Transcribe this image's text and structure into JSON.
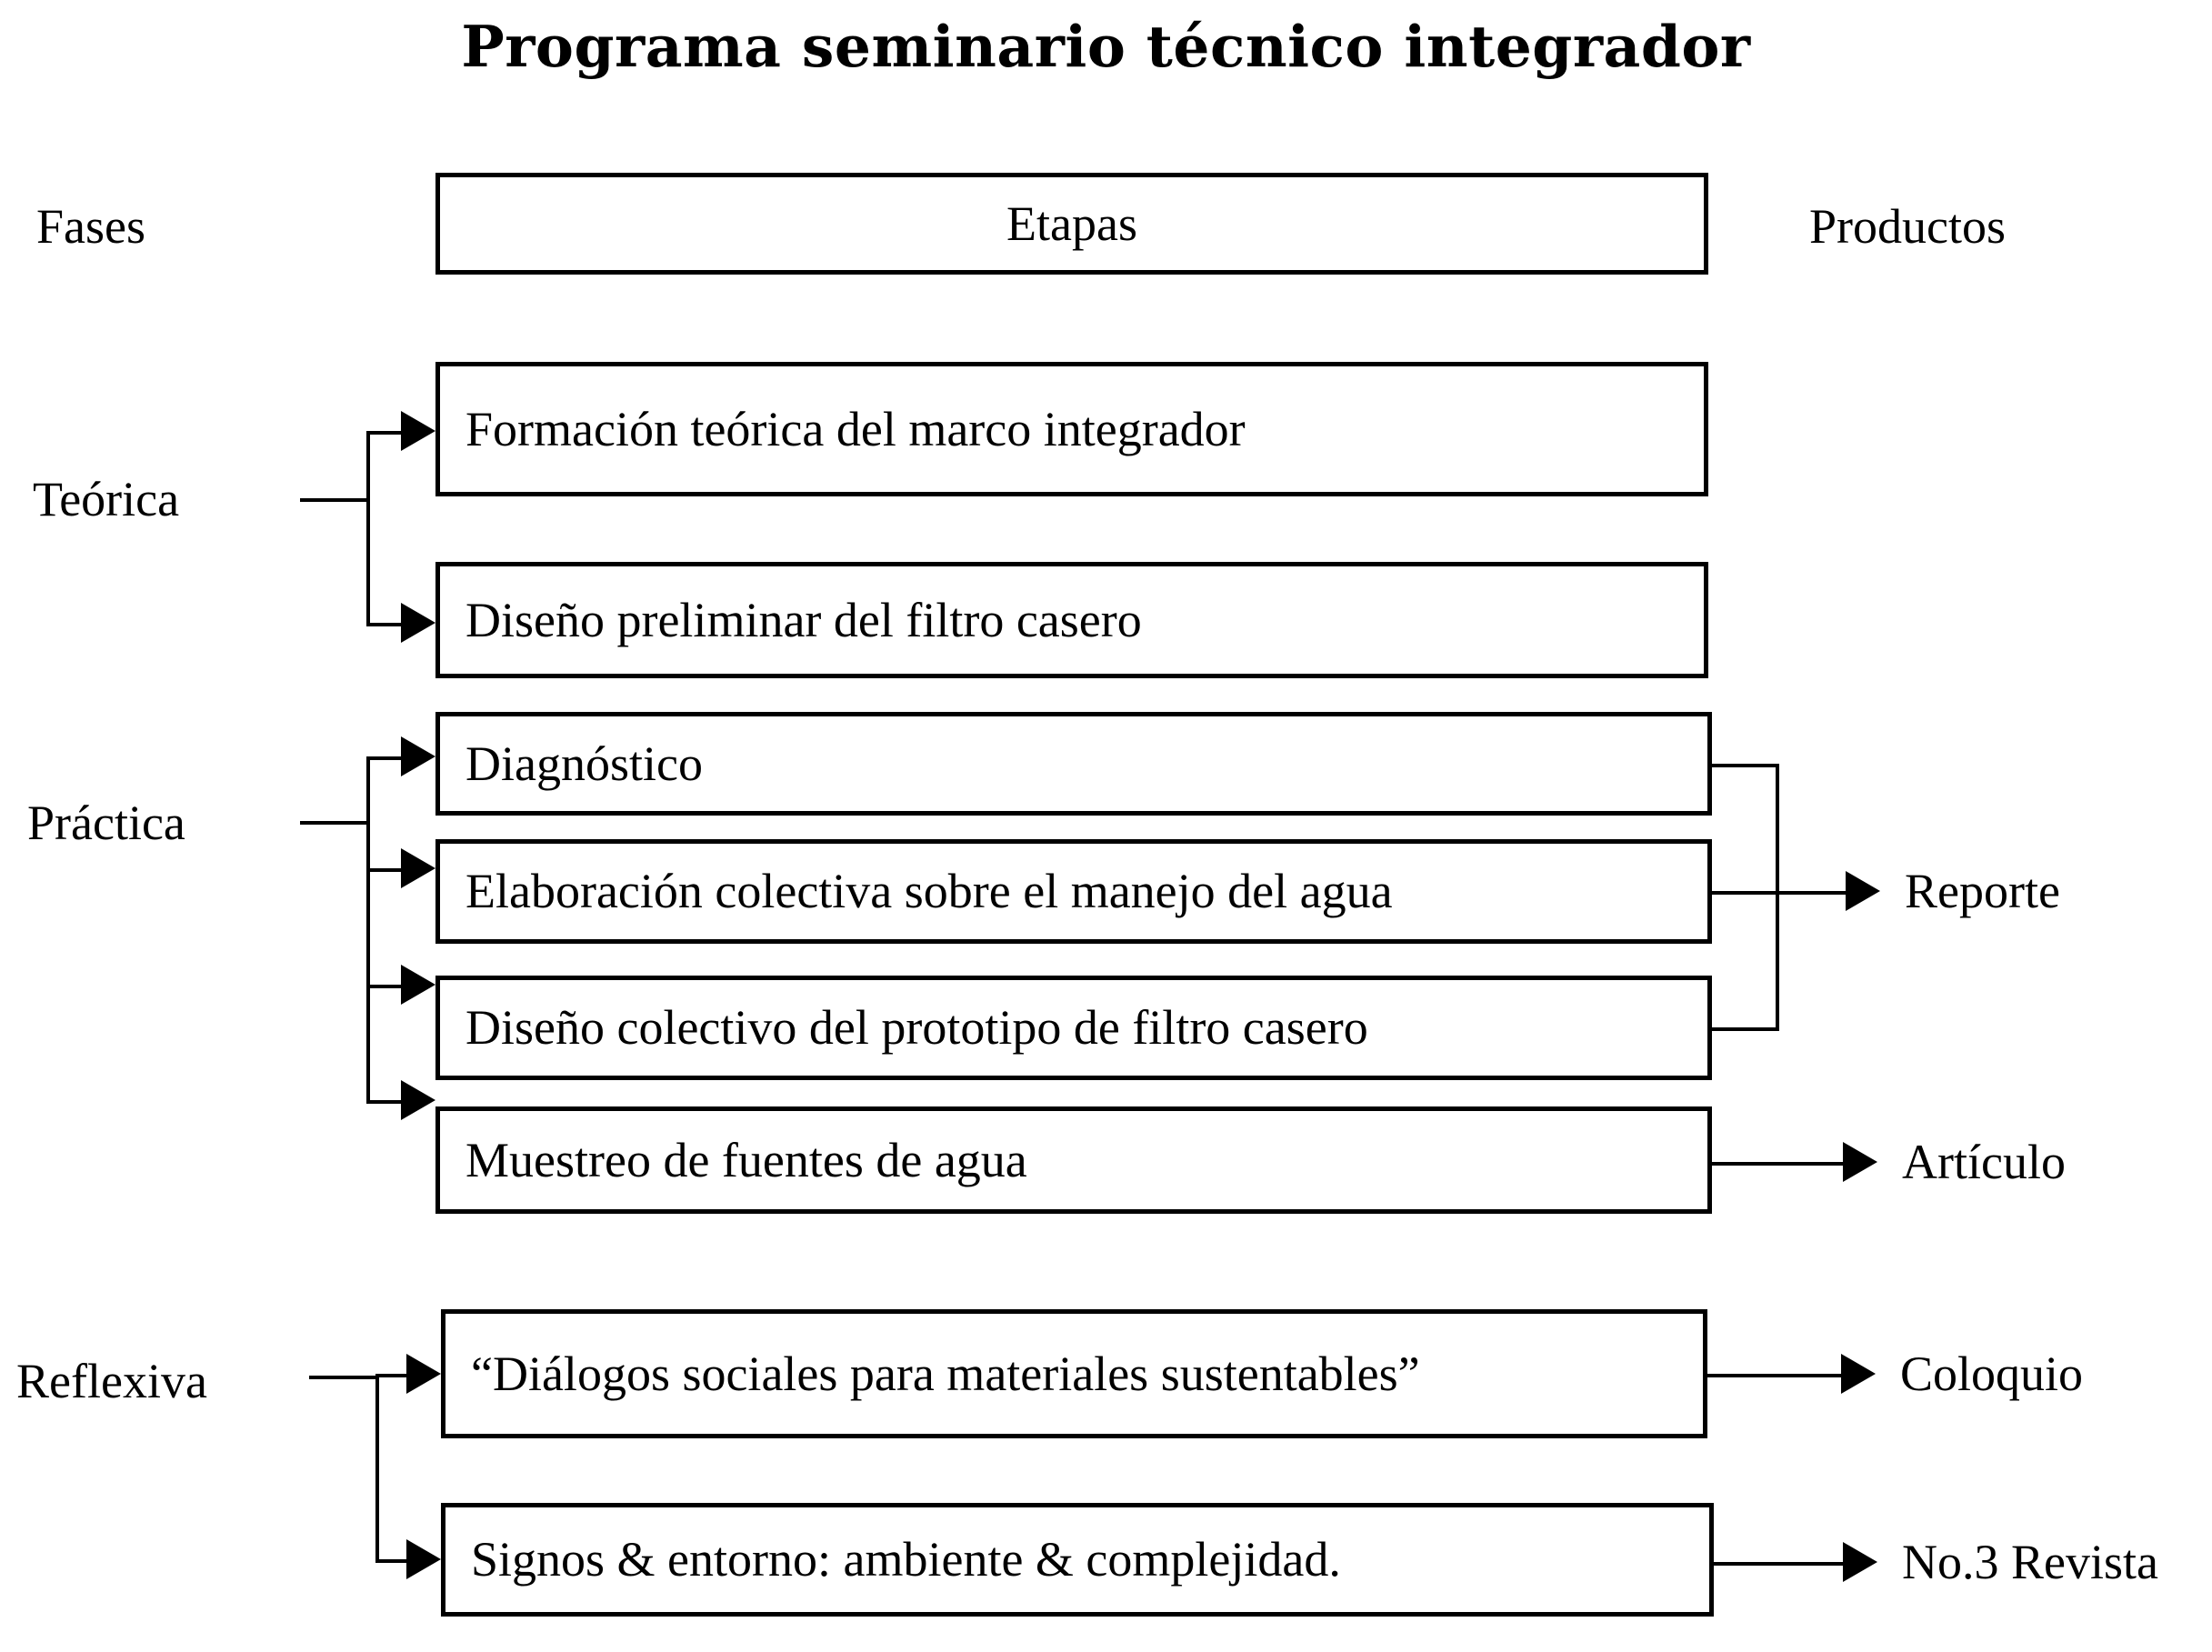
{
  "title": "Programa seminario técnico integrador",
  "columns": {
    "left_header": "Fases",
    "center_header": "Etapas",
    "right_header": "Productos"
  },
  "phases": [
    {
      "id": "teorica",
      "label": "Teórica"
    },
    {
      "id": "practica",
      "label": "Práctica"
    },
    {
      "id": "reflexiva",
      "label": "Reflexiva"
    }
  ],
  "stages": [
    {
      "id": "stage-1",
      "label": "Formación teórica del marco integrador"
    },
    {
      "id": "stage-2",
      "label": "Diseño preliminar del filtro casero"
    },
    {
      "id": "stage-3",
      "label": "Diagnóstico"
    },
    {
      "id": "stage-4",
      "label": "Elaboración colectiva sobre el manejo del agua"
    },
    {
      "id": "stage-5",
      "label": "Diseño colectivo del prototipo de filtro casero"
    },
    {
      "id": "stage-6",
      "label": "Muestreo de fuentes de agua"
    },
    {
      "id": "stage-7",
      "label": "“Diálogos sociales para materiales sustentables”"
    },
    {
      "id": "stage-8",
      "label": "Signos &  entorno: ambiente & complejidad."
    }
  ],
  "products": [
    {
      "id": "product-reporte",
      "label": "Reporte"
    },
    {
      "id": "product-articulo",
      "label": "Artículo"
    },
    {
      "id": "product-coloquio",
      "label": "Coloquio"
    },
    {
      "id": "product-revista",
      "label": "No.3 Revista"
    }
  ],
  "colors": {
    "stroke": "#000000",
    "background": "#ffffff",
    "text": "#000000"
  }
}
